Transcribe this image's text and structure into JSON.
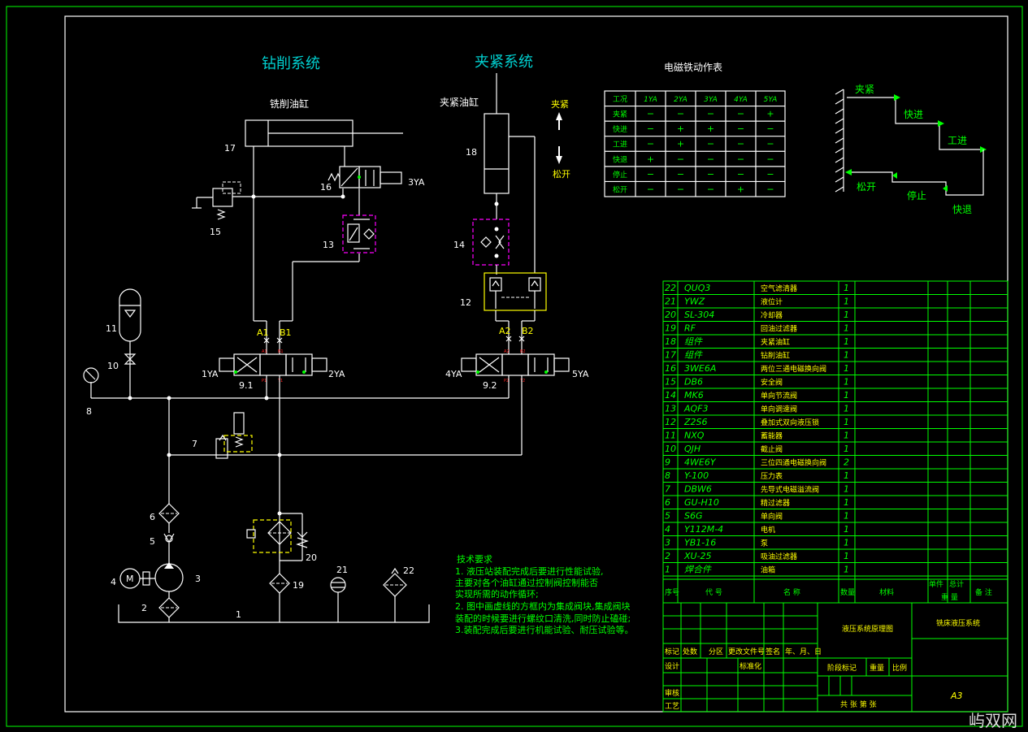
{
  "titles": {
    "drilling": "钻削系统",
    "clamping": "夹紧系统",
    "drill_cylinder": "铣削油缸",
    "clamp_cylinder": "夹紧油缸",
    "solenoid_table": "电磁铁动作表"
  },
  "arrows": {
    "clamp": "夹紧",
    "release": "松开"
  },
  "ports": {
    "a1": "A1",
    "b1": "B1",
    "a2": "A2",
    "b2": "B2"
  },
  "solenoids": {
    "s1": "1YA",
    "s2": "2YA",
    "s3": "3YA",
    "s4": "4YA",
    "s5": "5YA"
  },
  "labels": {
    "n1": "1",
    "n2": "2",
    "n3": "3",
    "n4": "4",
    "n5": "5",
    "n6": "6",
    "n7": "7",
    "n8": "8",
    "n9_1": "9.1",
    "n9_2": "9.2",
    "n10": "10",
    "n11": "11",
    "n12": "12",
    "n13": "13",
    "n14": "14",
    "n15": "15",
    "n16": "16",
    "n17": "17",
    "n18": "18",
    "n19": "19",
    "n20": "20",
    "n21": "21",
    "n22": "22",
    "motor": "M"
  },
  "action_table": {
    "headers": [
      "工况",
      "1YA",
      "2YA",
      "3YA",
      "4YA",
      "5YA"
    ],
    "rows": [
      [
        "夹紧",
        "−",
        "−",
        "−",
        "−",
        "+"
      ],
      [
        "快进",
        "−",
        "+",
        "+",
        "−",
        "−"
      ],
      [
        "工进",
        "−",
        "+",
        "−",
        "−",
        "−"
      ],
      [
        "快退",
        "+",
        "−",
        "−",
        "−",
        "−"
      ],
      [
        "停止",
        "−",
        "−",
        "−",
        "−",
        "−"
      ],
      [
        "松开",
        "−",
        "−",
        "−",
        "+",
        "−"
      ]
    ]
  },
  "cycle": {
    "clamp": "夹紧",
    "fast_in": "快进",
    "work_in": "工进",
    "fast_back": "快退",
    "stop": "停止",
    "release": "松开"
  },
  "notes": {
    "title": "技术要求",
    "lines": [
      "1. 液压站装配完成后要进行性能试验,",
      "主要对各个油缸通过控制阀控制能否",
      "实现所需的动作循环;",
      "2. 图中画虚线的方框内为集成阀块,集成阀块",
      "装配的时候要进行螺纹口清洗,同时防止磕碰;",
      "3.装配完成后要进行机能试验、耐压试验等。"
    ]
  },
  "bom": [
    [
      "22",
      "QUQ3",
      "空气滤清器",
      "1"
    ],
    [
      "21",
      "YWZ",
      "液位计",
      "1"
    ],
    [
      "20",
      "SL-304",
      "冷却器",
      "1"
    ],
    [
      "19",
      "RF",
      "回油过滤器",
      "1"
    ],
    [
      "18",
      "组件",
      "夹紧油缸",
      "1"
    ],
    [
      "17",
      "组件",
      "钻削油缸",
      "1"
    ],
    [
      "16",
      "3WE6A",
      "两位三通电磁换向阀",
      "1"
    ],
    [
      "15",
      "DB6",
      "安全阀",
      "1"
    ],
    [
      "14",
      "MK6",
      "单向节流阀",
      "1"
    ],
    [
      "13",
      "AQF3",
      "单向调速阀",
      "1"
    ],
    [
      "12",
      "Z2S6",
      "叠加式双向液压锁",
      "1"
    ],
    [
      "11",
      "NXQ",
      "蓄能器",
      "1"
    ],
    [
      "10",
      "QJH",
      "截止阀",
      "1"
    ],
    [
      "9",
      "4WE6Y",
      "三位四通电磁换向阀",
      "2"
    ],
    [
      "8",
      "Y-100",
      "压力表",
      "1"
    ],
    [
      "7",
      "DBW6",
      "先导式电磁溢流阀",
      "1"
    ],
    [
      "6",
      "GU-H10",
      "精过滤器",
      "1"
    ],
    [
      "5",
      "S6G",
      "单向阀",
      "1"
    ],
    [
      "4",
      "Y112M-4",
      "电机",
      "1"
    ],
    [
      "3",
      "YB1-16",
      "泵",
      "1"
    ],
    [
      "2",
      "XU-25",
      "吸油过滤器",
      "1"
    ],
    [
      "1",
      "焊合件",
      "油箱",
      "1"
    ]
  ],
  "bom_header": {
    "seq": "序号",
    "code": "代 号",
    "name": "名 称",
    "qty": "数量",
    "material": "材料",
    "unit": "单件",
    "total": "总计",
    "weight": "重 量",
    "remark": "备 注"
  },
  "title_block": {
    "drawing_name": "液压系统原理图",
    "project": "铣床液压系统",
    "mark": "标记",
    "count": "处数",
    "zone": "分区",
    "doc": "更改文件号",
    "sign": "签名",
    "date": "年、月、日",
    "design": "设计",
    "standard": "标准化",
    "stage": "阶段标记",
    "weight": "重量",
    "scale": "比例",
    "review": "审核",
    "process": "工艺",
    "sheets": "共  张  第  张",
    "size": "A3"
  },
  "watermark": "屿双网"
}
